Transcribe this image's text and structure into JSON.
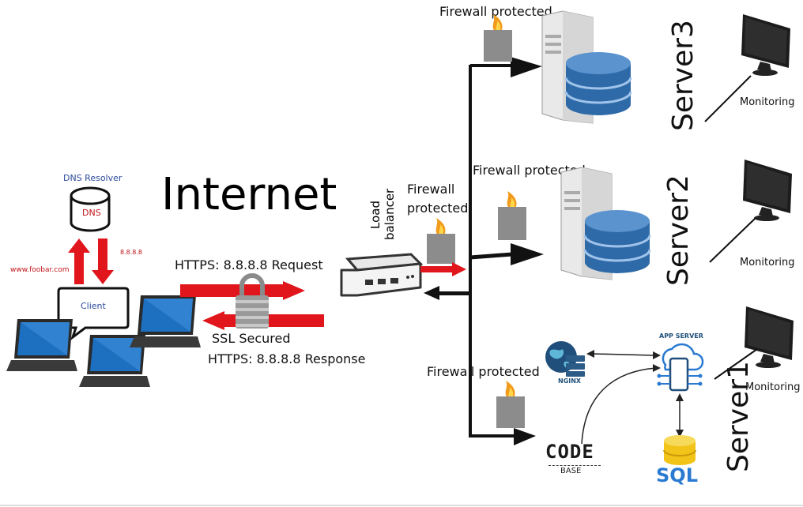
{
  "labels": {
    "internet": "Internet",
    "dns_resolver": "DNS Resolver",
    "dns": "DNS",
    "ip_small": "8.8.8.8",
    "site": "www.foobar.com",
    "client": "Client",
    "https_request": "HTTPS: 8.8.8.8 Request",
    "ssl_secured": "SSL Secured",
    "https_response": "HTTPS: 8.8.8.8 Response",
    "load_balancer_line1": "Load",
    "load_balancer_line2": "balancer",
    "firewall_lb_line1": "Firewall",
    "firewall_lb_line2": "protected",
    "firewall_server3": "Firewall protected",
    "firewall_server2": "Firewall protected",
    "firewall_server1": "Firewall protected",
    "server3": "Server3",
    "server2": "Server2",
    "server1": "Server1",
    "monitoring3": "Monitoring",
    "monitoring2": "Monitoring",
    "monitoring1": "Monitoring",
    "app_server": "APP SERVER",
    "nginx": "NGINX",
    "code": "CODE",
    "base": "BASE",
    "sql": "SQL"
  },
  "colors": {
    "red_arrow": "#e0161c",
    "black": "#111111",
    "server_blue": "#2f6aa8",
    "firewall_gray": "#8c8c8c",
    "flame_orange": "#f29a1c",
    "sql_yellow": "#f2c318",
    "sql_blue": "#2a7ad2"
  },
  "icons": [
    "dns-cylinder-icon",
    "laptop-icon",
    "lock-icon",
    "router-icon",
    "firewall-icon",
    "server-database-icon",
    "monitor-icon",
    "globe-icon",
    "cloud-app-icon",
    "database-icon"
  ]
}
